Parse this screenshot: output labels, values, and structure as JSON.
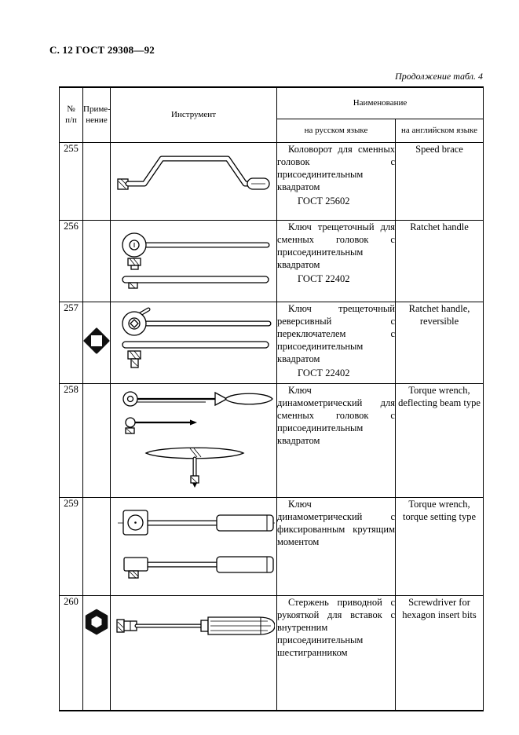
{
  "page": {
    "header": "С. 12 ГОСТ 29308—92",
    "caption": "Продолжение табл. 4"
  },
  "table": {
    "col_num_line1": "№",
    "col_num_line2": "п/п",
    "col_app_line1": "Приме-",
    "col_app_line2": "нение",
    "col_tool": "Инструмент",
    "col_name": "Наименование",
    "col_name_ru": "на русском языке",
    "col_name_en": "на английском языке",
    "symbols": {
      "square_drive": "square-drive-symbol",
      "hex_drive": "hexagon-drive-symbol"
    },
    "rows": [
      {
        "num": "255",
        "tool_icon": "speed-brace-drawing",
        "ru": "Коловорот для сменных головок с присоединительным квадратом",
        "gost": "ГОСТ 25602",
        "en": "Speed brace"
      },
      {
        "num": "256",
        "tool_icon": "ratchet-handle-drawing",
        "ru": "Ключ трещеточный для сменных головок с присоединительным квадратом",
        "gost": "ГОСТ 22402",
        "en": "Ratchet handle"
      },
      {
        "num": "257",
        "tool_icon": "reversible-ratchet-drawing",
        "ru": "Ключ трещеточный реверсивный с переключателем с присоединительным квадратом",
        "gost": "ГОСТ 22402",
        "en": "Ratchet handle, reversible"
      },
      {
        "num": "258",
        "tool_icon": "deflecting-beam-torque-wrench-drawing",
        "ru": "Ключ динамометрический для сменных головок с присоединительным квадратом",
        "en": "Torque wrench, deflecting beam type"
      },
      {
        "num": "259",
        "tool_icon": "setting-type-torque-wrench-drawing",
        "ru": "Ключ динамометрический с фиксированным крутящим моментом",
        "en": "Torque wrench, torque setting type"
      },
      {
        "num": "260",
        "tool_icon": "hex-bit-screwdriver-drawing",
        "ru": "Стержень приводной с рукояткой для вставок с внутренним присоединительным шестигранником",
        "en": "Screwdriver for hexagon insert bits"
      }
    ]
  }
}
